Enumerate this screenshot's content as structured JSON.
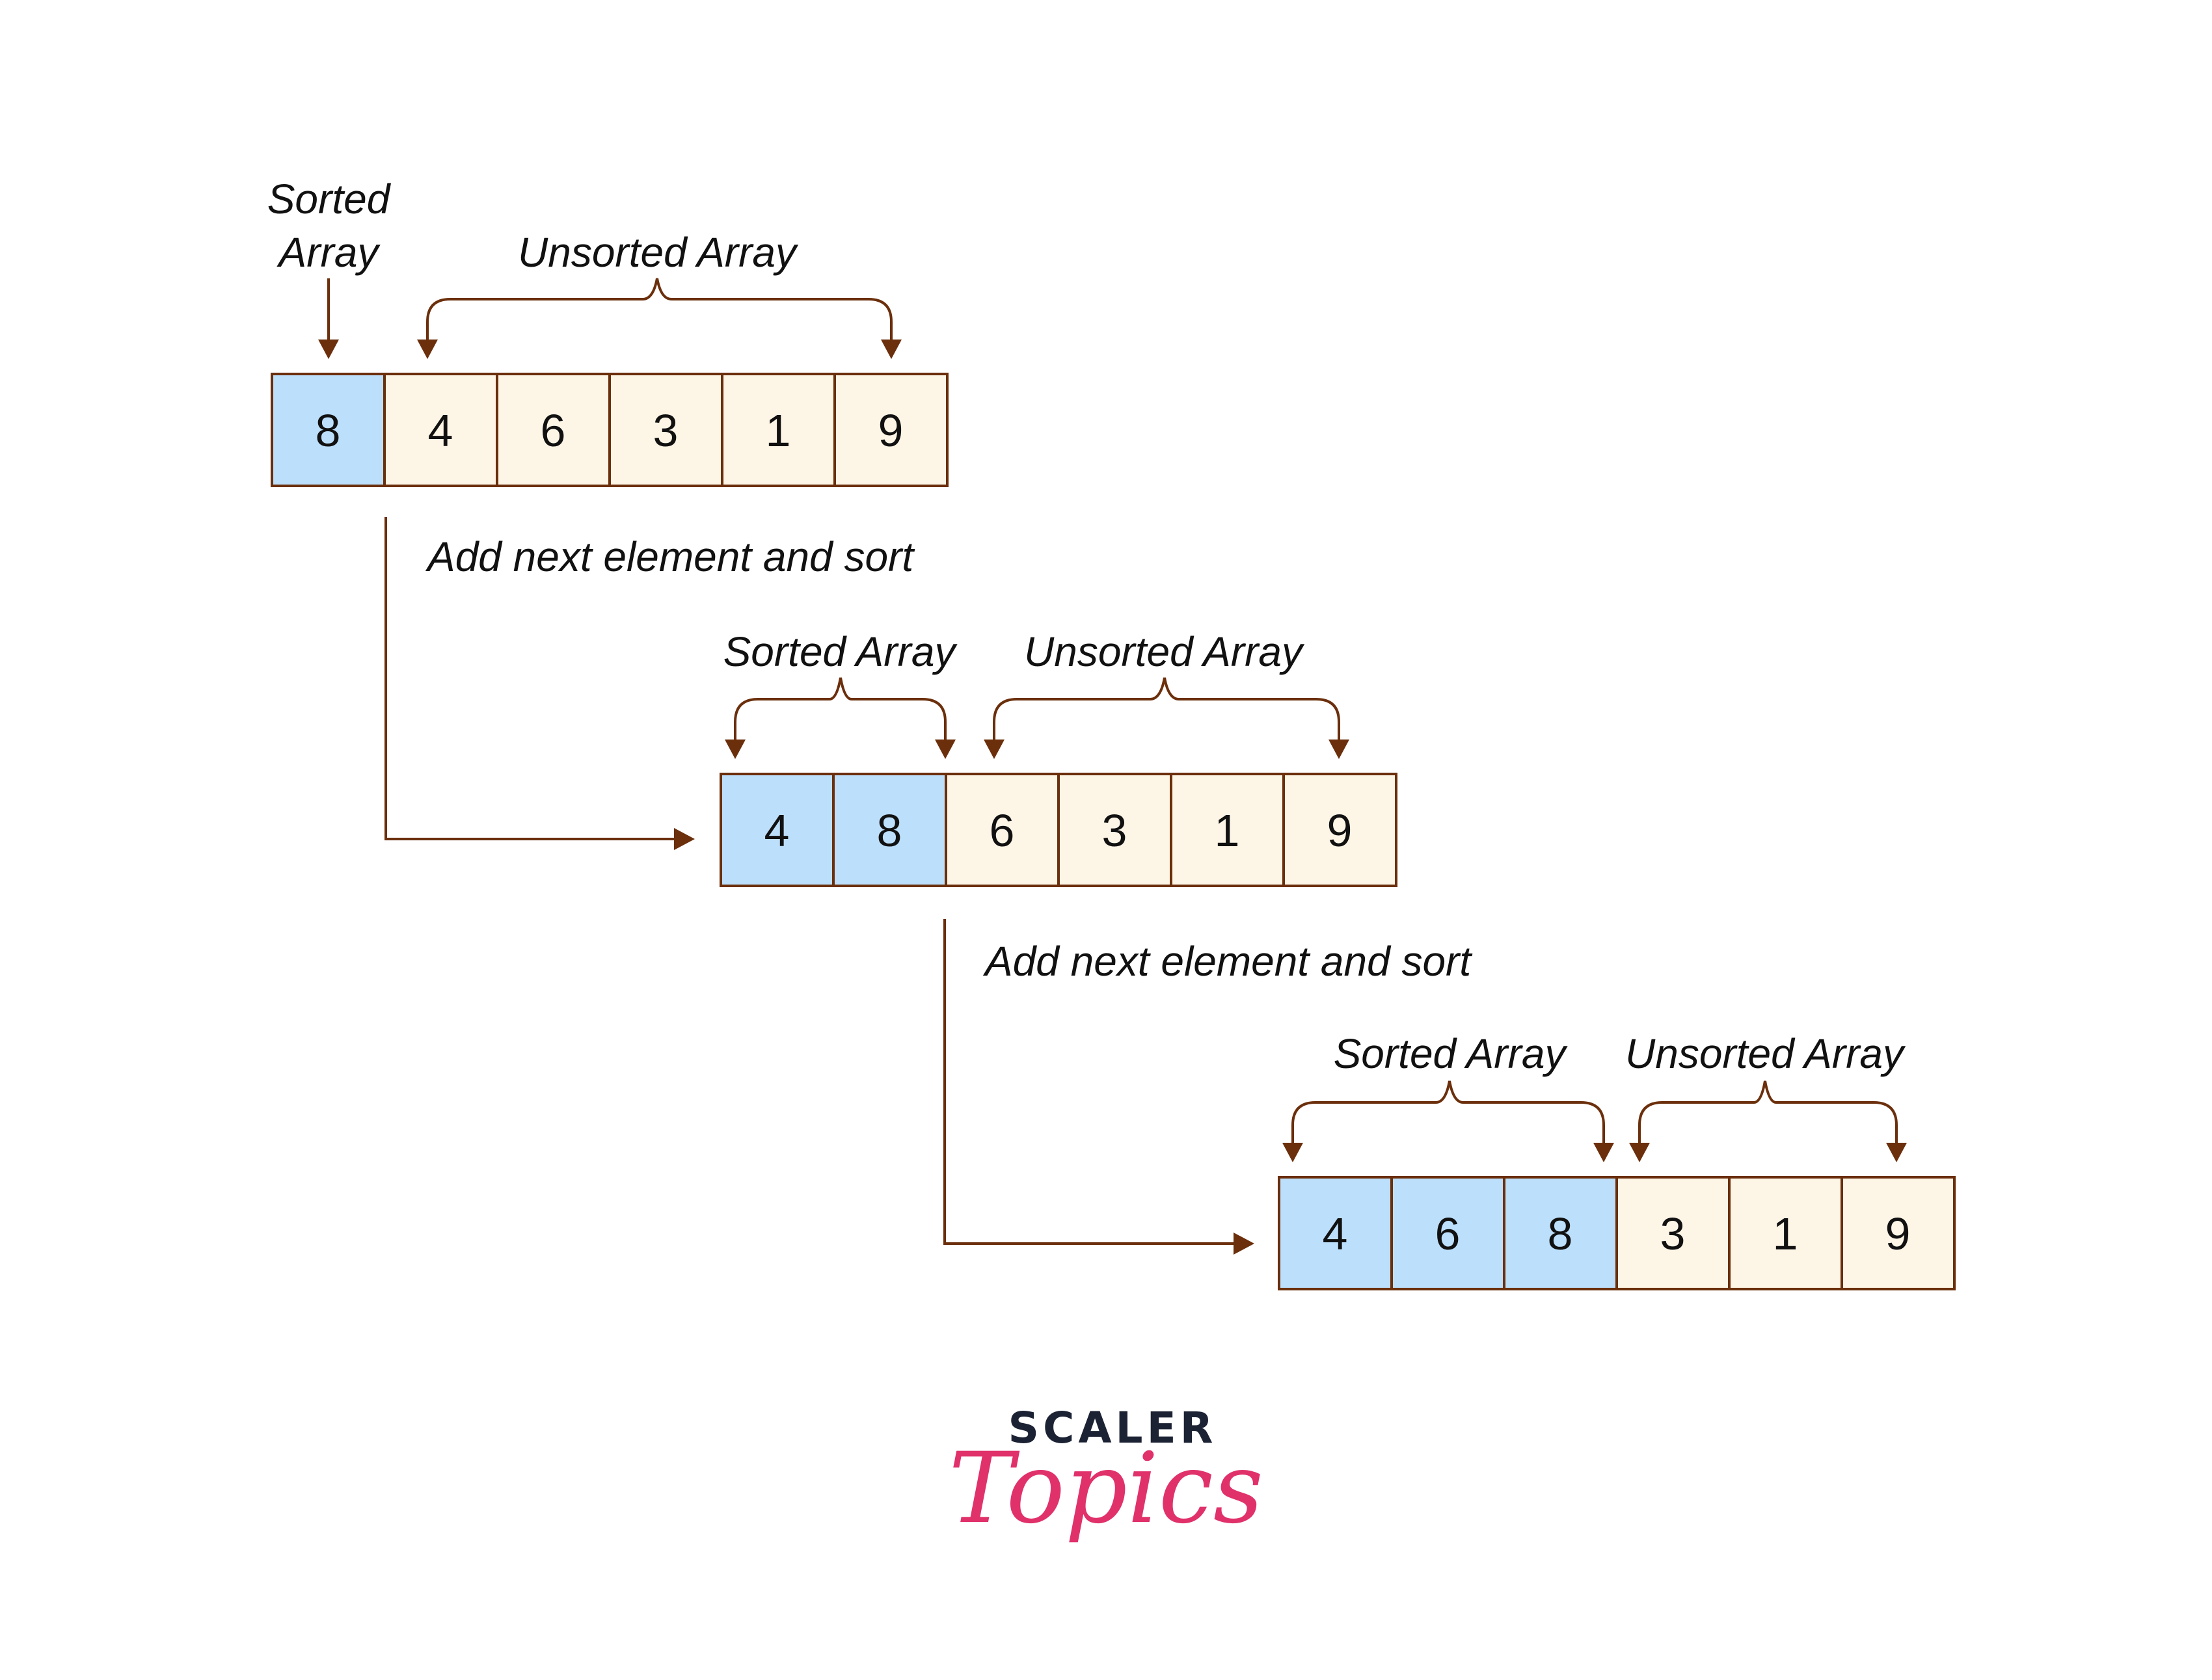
{
  "colors": {
    "sorted_fill": "#bcdffb",
    "unsorted_fill": "#fdf5e6",
    "stroke": "#6b2f0c",
    "arrow": "#6b2f0c",
    "text": "#111111",
    "logo_dark": "#1b2233",
    "logo_pink": "#e0316b"
  },
  "steps": [
    {
      "values": [
        "8",
        "4",
        "6",
        "3",
        "1",
        "9"
      ],
      "sorted_count": 1,
      "sorted_label_line1": "Sorted",
      "sorted_label_line2": "Array",
      "unsorted_label": "Unsorted Array",
      "transition_label": "Add next element and sort"
    },
    {
      "values": [
        "4",
        "8",
        "6",
        "3",
        "1",
        "9"
      ],
      "sorted_count": 2,
      "sorted_label": "Sorted Array",
      "unsorted_label": "Unsorted Array",
      "transition_label": "Add next element and sort"
    },
    {
      "values": [
        "4",
        "6",
        "8",
        "3",
        "1",
        "9"
      ],
      "sorted_count": 3,
      "sorted_label": "Sorted Array",
      "unsorted_label": "Unsorted Array"
    }
  ],
  "logo": {
    "line1": "SCALER",
    "line2": "Topics"
  }
}
